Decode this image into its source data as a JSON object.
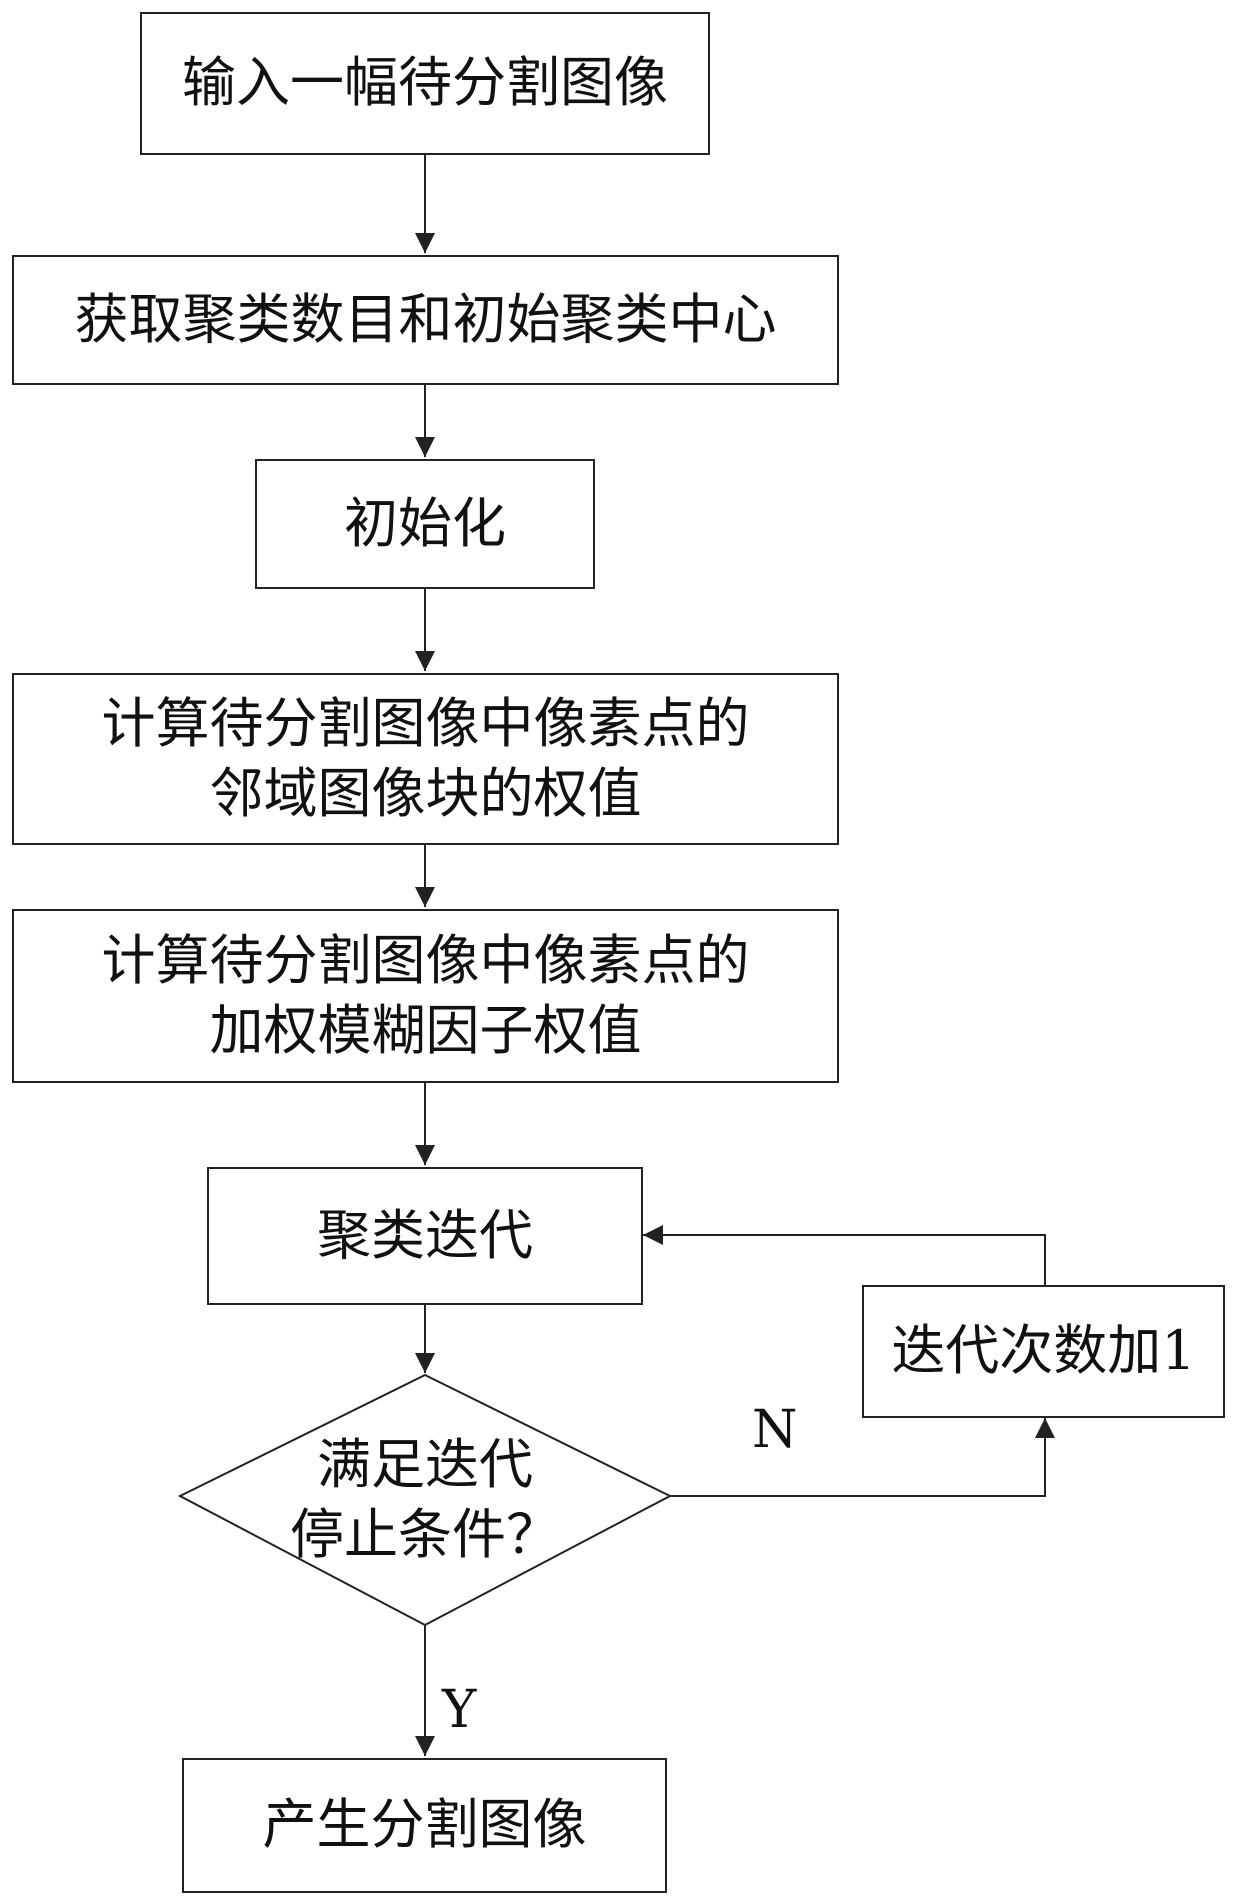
{
  "diagram": {
    "steps": {
      "input": "输入一幅待分割图像",
      "get_clusters": "获取聚类数目和初始聚类中心",
      "init": "初始化",
      "calc_weight_line1": "计算待分割图像中像素点的",
      "calc_weight_line2": "邻域图像块的权值",
      "calc_fuzzy_line1": "计算待分割图像中像素点的",
      "calc_fuzzy_line2": "加权模糊因子权值",
      "cluster_iter": "聚类迭代",
      "iter_increment": "迭代次数加1",
      "output": "产生分割图像"
    },
    "decision": {
      "line1": "满足迭代",
      "line2": "停止条件？"
    },
    "labels": {
      "no": "N",
      "yes": "Y"
    },
    "colors": {
      "stroke": "#222222",
      "background": "#ffffff"
    }
  }
}
